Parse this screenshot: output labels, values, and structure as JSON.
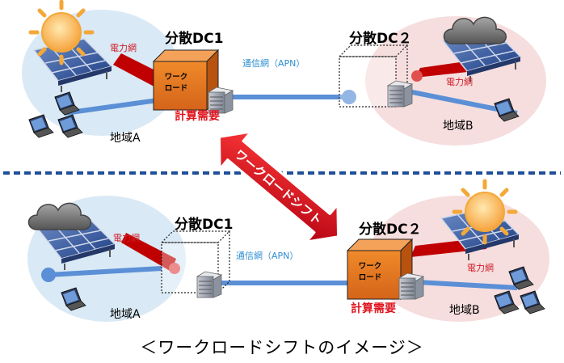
{
  "top": {
    "dc1": {
      "title": "分散DC1",
      "workload": [
        "ワーク",
        "ロード"
      ],
      "demand": "計算需要"
    },
    "dc2": {
      "title": "分散DC２"
    },
    "network": "通信網（APN）",
    "power_left": "電力網",
    "power_right": "電力網",
    "region_a": "地域A",
    "region_b": "地域B"
  },
  "shift_label": "ワークロードシフト",
  "bottom": {
    "dc1": {
      "title": "分散DC1"
    },
    "dc2": {
      "title": "分散DC２",
      "workload": [
        "ワーク",
        "ロード"
      ],
      "demand": "計算需要"
    },
    "network": "通信網（APN）",
    "power_left": "電力網",
    "power_right": "電力網",
    "region_a": "地域A",
    "region_b": "地域B"
  },
  "caption": "＜ワークロードシフトのイメージ＞",
  "colors": {
    "region_left": "#d9e9f5",
    "region_right": "#f6dede",
    "network_line": "#5b8fd6",
    "power_line": "#c00000",
    "workload_box": "#e2701c",
    "separator": "#1f4e9a",
    "shift_arrow": "#e0141e"
  }
}
